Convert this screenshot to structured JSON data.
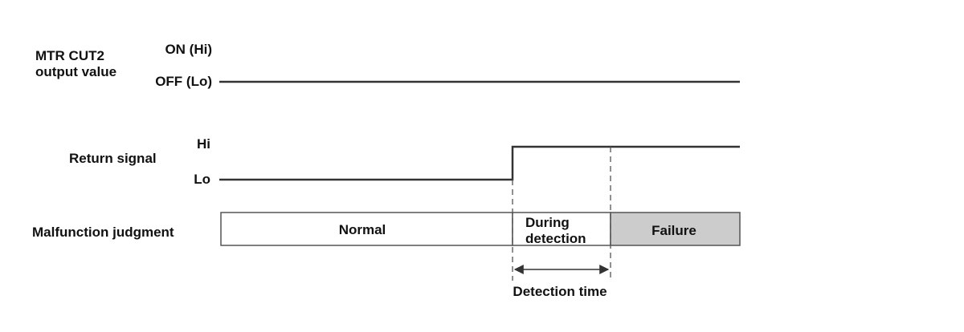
{
  "output_value": {
    "title_line1": "MTR CUT2",
    "title_line2": "output value",
    "level_on": "ON (Hi)",
    "level_off": "OFF (Lo)"
  },
  "return_signal": {
    "title": "Return signal",
    "level_hi": "Hi",
    "level_lo": "Lo"
  },
  "judgment": {
    "title": "Malfunction judgment",
    "normal": "Normal",
    "during_line1": "During",
    "during_line2": "detection",
    "failure": "Failure"
  },
  "detection_time": "Detection time",
  "colors": {
    "line": "#333333",
    "failure_fill": "#cccccc",
    "box_fill": "#ffffff",
    "dashed": "#555555"
  }
}
